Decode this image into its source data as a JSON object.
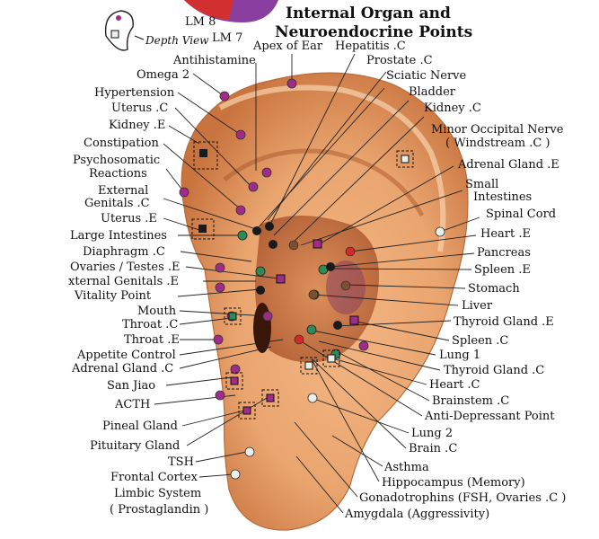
{
  "title": {
    "line1": "Internal Organ and",
    "line2": "Neuroendocrine Points"
  },
  "inset": {
    "lm8": "LM 8",
    "lm7": "LM 7",
    "depth_view": "Depth View"
  },
  "labels": {
    "apex_of_ear": "Apex of Ear",
    "antihistamine": "Antihistamine",
    "omega2": "Omega 2",
    "hypertension": "Hypertension",
    "uterus_c": "Uterus .C",
    "kidney_e": "Kidney .E",
    "constipation": "Constipation",
    "psychosomatic1": "Psychosomatic",
    "psychosomatic2": "Reactions",
    "ext_gen_c1": "External",
    "ext_gen_c2": "Genitals .C",
    "uterus_e": "Uterus .E",
    "large_intestines": "Large Intestines",
    "diaphragm_c": "Diaphragm .C",
    "ovaries_testes_e": "Ovaries / Testes .E",
    "ext_gen_e": "xternal Genitals .E",
    "vitality_point": "Vitality Point",
    "mouth": "Mouth",
    "throat_c": "Throat .C",
    "throat_e": "Throat .E",
    "appetite_control": "Appetite Control",
    "adrenal_gland_c": "Adrenal Gland .C",
    "san_jiao": "San Jiao",
    "acth": "ACTH",
    "pineal_gland": "Pineal Gland",
    "pituitary_gland": "Pituitary Gland",
    "tsh": "TSH",
    "frontal_cortex": "Frontal Cortex",
    "limbic_system": "Limbic System",
    "prostaglandin": "( Prostaglandin )",
    "hepatitis_c": "Hepatitis .C",
    "prostate_c": "Prostate .C",
    "sciatic_nerve": "Sciatic Nerve",
    "bladder": "Bladder",
    "kidney_c": "Kidney .C",
    "minor_occipital": "Minor Occipital Nerve",
    "windstream": "( Windstream .C )",
    "adrenal_gland_e": "Adrenal Gland .E",
    "small_int1": "Small",
    "small_int2": "Intestines",
    "spinal_cord": "Spinal Cord",
    "heart_e": "Heart .E",
    "pancreas": "Pancreas",
    "spleen_e": "Spleen .E",
    "stomach": "Stomach",
    "liver": "Liver",
    "thyroid_gland_e": "Thyroid Gland .E",
    "spleen_c": "Spleen .C",
    "lung1": "Lung 1",
    "thyroid_gland_c": "Thyroid Gland .C",
    "heart_c": "Heart .C",
    "brainstem_c": "Brainstem .C",
    "anti_depressant": "Anti-Depressant Point",
    "lung2": "Lung 2",
    "brain_c": "Brain .C",
    "asthma": "Asthma",
    "hippocampus": "Hippocampus  (Memory)",
    "gonadotrophins": "Gonadotrophins   (FSH, Ovaries .C )",
    "amygdala": "Amygdala  (Aggressivity)"
  },
  "colors": {
    "skin_light": "#f6cfa2",
    "skin_mid": "#e39a66",
    "skin_dark": "#b8623a",
    "point_purple": "#a02c8a",
    "point_green": "#2e8b57",
    "point_black": "#1a1a1a",
    "point_brown": "#7a5030",
    "point_red": "#d22a2a",
    "point_white": "#e8f0e8"
  }
}
